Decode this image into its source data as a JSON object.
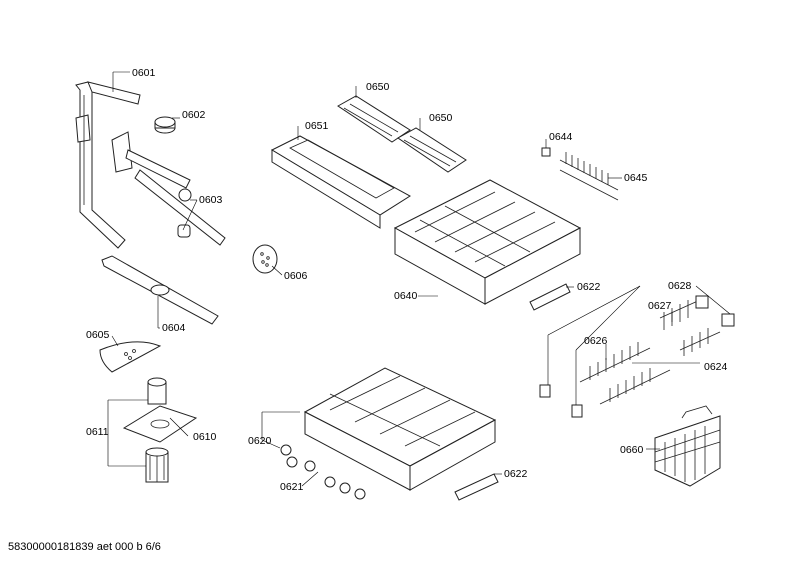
{
  "labels": {
    "p0601": "0601",
    "p0602": "0602",
    "p0603": "0603",
    "p0604": "0604",
    "p0605": "0605",
    "p0606": "0606",
    "p0610": "0610",
    "p0611": "0611",
    "p0620": "0620",
    "p0621": "0621",
    "p0622a": "0622",
    "p0622b": "0622",
    "p0624": "0624",
    "p0626": "0626",
    "p0627": "0627",
    "p0628": "0628",
    "p0640": "0640",
    "p0644": "0644",
    "p0645": "0645",
    "p0650a": "0650",
    "p0650b": "0650",
    "p0651": "0651",
    "p0660": "0660"
  },
  "footer": "58300000181839 aet 000 b 6/6"
}
